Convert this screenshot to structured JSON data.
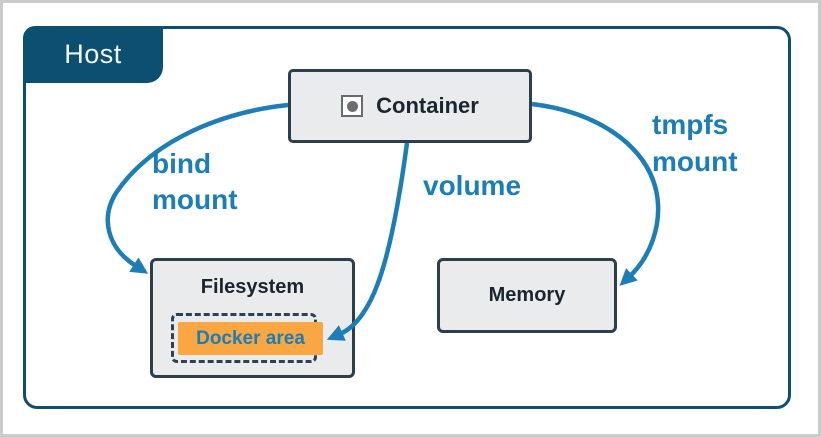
{
  "host": {
    "label": "Host"
  },
  "nodes": {
    "container": "Container",
    "filesystem": "Filesystem",
    "docker_area": "Docker area",
    "memory": "Memory"
  },
  "edges": {
    "bind_mount": {
      "line1": "bind",
      "line2": "mount"
    },
    "volume": {
      "label": "volume"
    },
    "tmpfs_mount": {
      "line1": "tmpfs",
      "line2": "mount"
    }
  },
  "icons": {
    "container_icon": "record-dot-icon"
  },
  "colors": {
    "accent_blue": "#1d7db6",
    "host_blue": "#0d4f70",
    "highlight_orange": "#f9a643",
    "node_fill": "#e9ebec",
    "node_border": "#2d3e4c",
    "dashed_border": "#2e4154",
    "outer_frame_gray": "#cbcbcb"
  }
}
